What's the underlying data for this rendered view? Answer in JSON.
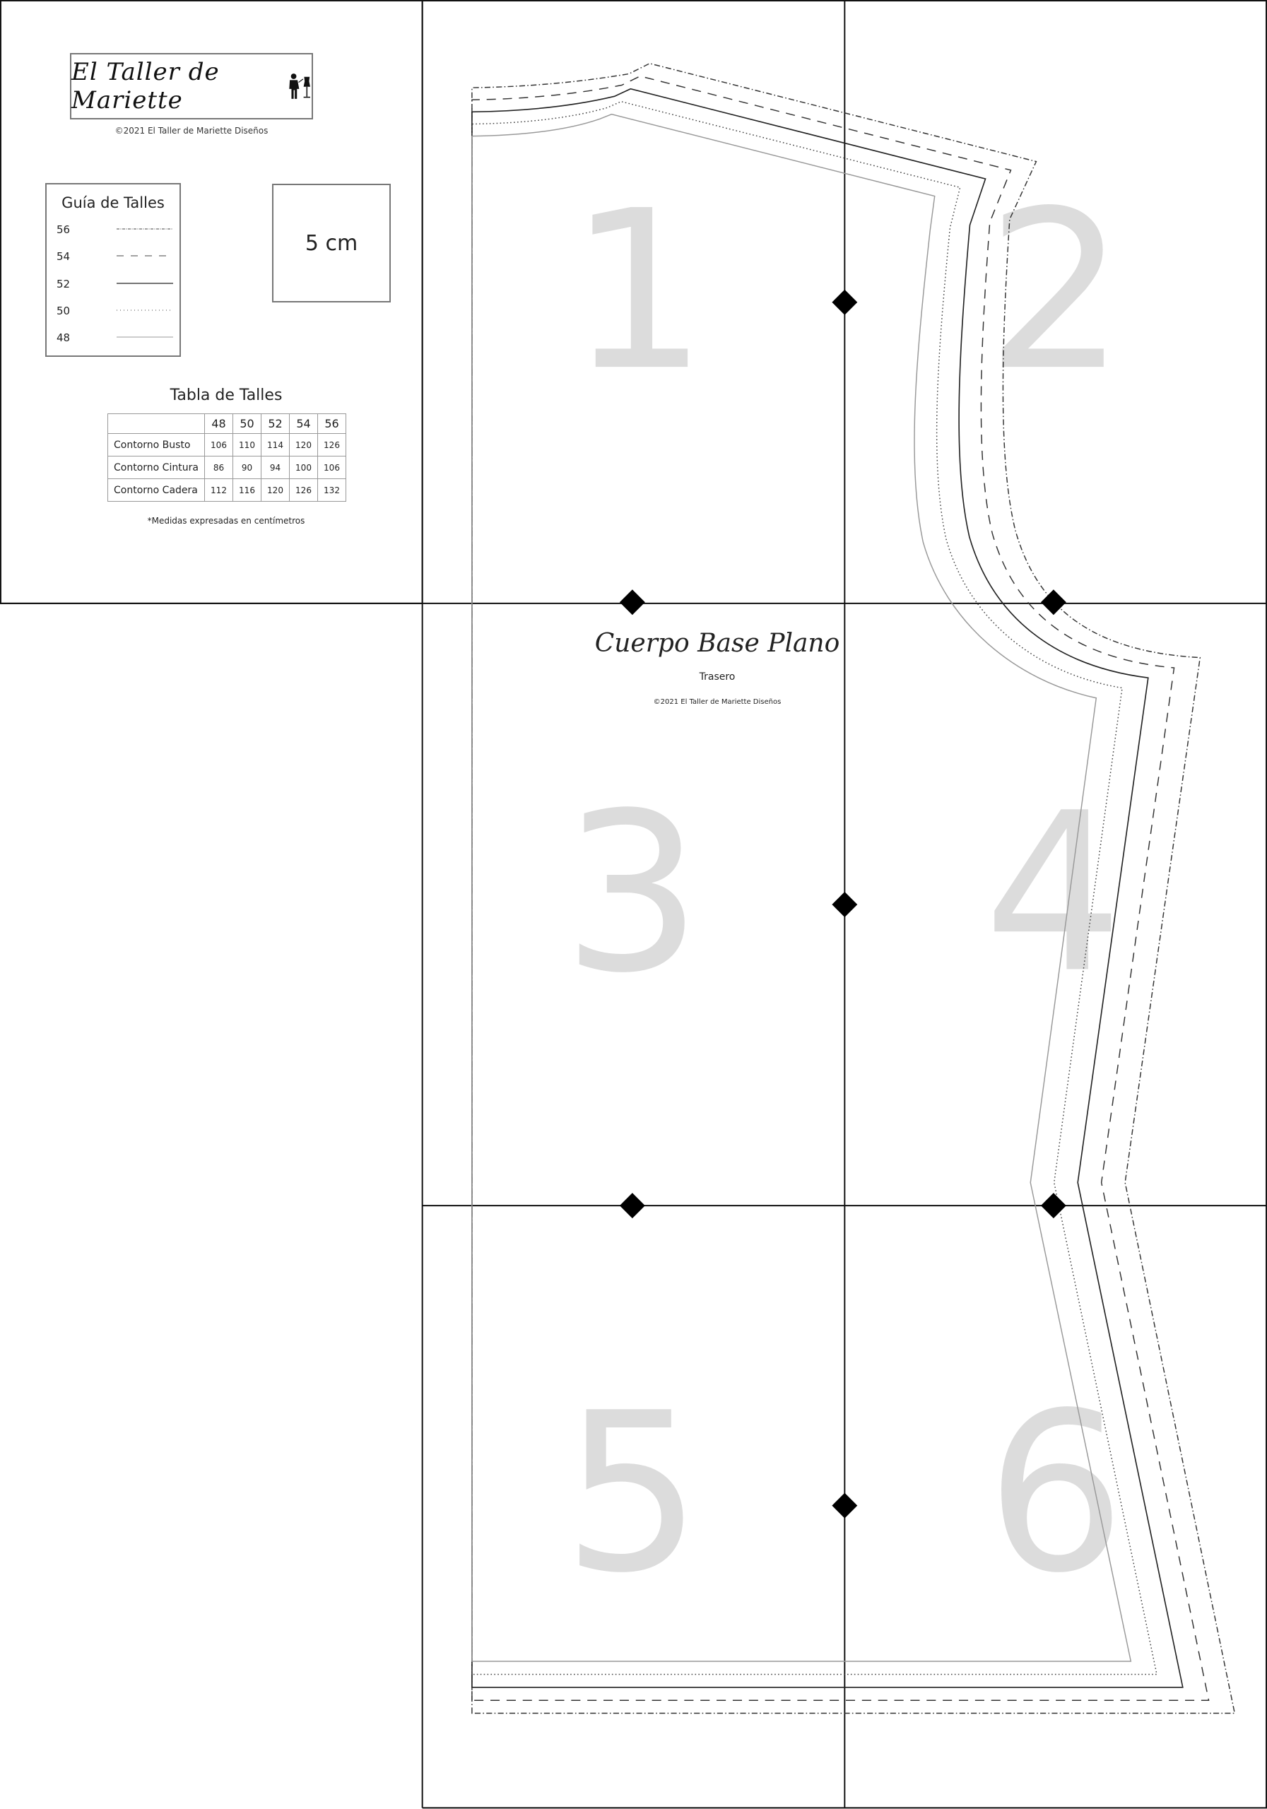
{
  "brand": {
    "logo_text": "El Taller de Mariette",
    "copyright": "©2021 El Taller de Mariette Diseños"
  },
  "size_guide": {
    "title": "Guía de Talles",
    "sizes": [
      {
        "label": "56",
        "line": "dash-dot"
      },
      {
        "label": "54",
        "line": "dashed"
      },
      {
        "label": "52",
        "line": "solid"
      },
      {
        "label": "50",
        "line": "dotted"
      },
      {
        "label": "48",
        "line": "thin"
      }
    ]
  },
  "scale_box": {
    "label": "5 cm"
  },
  "size_table": {
    "title": "Tabla de Talles",
    "columns": [
      "48",
      "50",
      "52",
      "54",
      "56"
    ],
    "rows": [
      {
        "label": "Contorno Busto",
        "values": [
          "106",
          "110",
          "114",
          "120",
          "126"
        ]
      },
      {
        "label": "Contorno Cintura",
        "values": [
          "86",
          "90",
          "94",
          "100",
          "106"
        ]
      },
      {
        "label": "Contorno Cadera",
        "values": [
          "112",
          "116",
          "120",
          "126",
          "132"
        ]
      }
    ],
    "note": "*Medidas expresadas en centímetros"
  },
  "pattern": {
    "title": "Cuerpo Base Plano",
    "subtitle": "Trasero",
    "copyright": "©2021 El Taller de Mariette Diseños",
    "pages": [
      "1",
      "2",
      "3",
      "4",
      "5",
      "6"
    ]
  }
}
